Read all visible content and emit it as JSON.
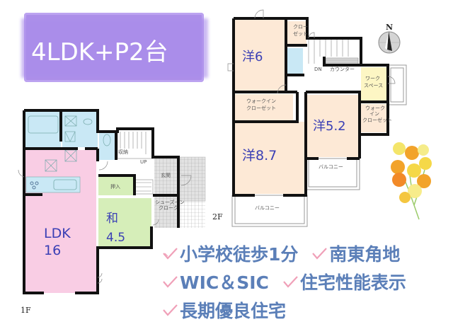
{
  "title": {
    "text": "4LDK+P2台",
    "badge_color": "#a98ae8",
    "text_color": "#ffffff"
  },
  "compass": {
    "label": "N"
  },
  "floors": [
    {
      "id": "1F",
      "label": "1F",
      "rooms": [
        {
          "name": "LDK",
          "label": "LDK\n16",
          "line1": "LDK",
          "line2": "16",
          "color": "#f9cde4"
        },
        {
          "name": "washitsu",
          "label": "和 4.5",
          "line1": "和",
          "line2": "4.5",
          "color": "#d6eeb9"
        },
        {
          "name": "oshiire",
          "label": "押入",
          "color": "#d6eeb9"
        },
        {
          "name": "bath",
          "label": "",
          "color": "#c9e8f5"
        },
        {
          "name": "washroom",
          "label": "",
          "color": "#c9e8f5"
        },
        {
          "name": "toilet",
          "label": "",
          "color": "#c9e8f5"
        },
        {
          "name": "storage",
          "label": "収納"
        },
        {
          "name": "entrance",
          "label": "玄関"
        },
        {
          "name": "shoes-in-closet",
          "label": "シューズイン クローク"
        },
        {
          "name": "stairs",
          "label": "UP"
        }
      ]
    },
    {
      "id": "2F",
      "label": "2F",
      "rooms": [
        {
          "name": "western-6",
          "label": "洋6",
          "color": "#fde9d6"
        },
        {
          "name": "closet",
          "label": "クローゼット",
          "color": "#fde9d6"
        },
        {
          "name": "toilet-2f",
          "label": "",
          "color": "#c9e8f5"
        },
        {
          "name": "walk-in-closet-1",
          "label": "ウォークイン クローゼット",
          "color": "#fde9d6"
        },
        {
          "name": "western-8-7",
          "label": "洋8.7",
          "color": "#fde9d6"
        },
        {
          "name": "western-5-2",
          "label": "洋5.2",
          "color": "#fde9d6"
        },
        {
          "name": "walk-in-closet-2",
          "label": "ウォーク イン クローゼット",
          "color": "#fde9d6"
        },
        {
          "name": "work-space",
          "label": "ワーク スペース",
          "color": "#fdf6c4"
        },
        {
          "name": "counter",
          "label": "カウンター"
        },
        {
          "name": "balcony-1",
          "label": "バルコニー"
        },
        {
          "name": "balcony-2",
          "label": "バルコニー"
        },
        {
          "name": "stairs-2f",
          "label": "DN"
        }
      ]
    }
  ],
  "labels": {
    "ldk_1": "LDK",
    "ldk_2": "16",
    "wa_1": "和",
    "wa_2": "4.5",
    "oshiire": "押入",
    "storage": "収納",
    "entrance": "玄関",
    "sic_1": "シューズイン",
    "sic_2": "クローク",
    "up": "UP",
    "yo6": "洋6",
    "closet_1": "クロー",
    "closet_2": "ゼット",
    "wic1_1": "ウォークイン",
    "wic1_2": "クローゼット",
    "yo87": "洋8.7",
    "yo52": "洋5.2",
    "wic2_1": "ウォーク",
    "wic2_2": "イン",
    "wic2_3": "クローゼット",
    "work_1": "ワーク",
    "work_2": "スペース",
    "counter": "カウンター",
    "balcony_a": "バルコニー",
    "balcony_b": "バルコニー",
    "dn": "DN",
    "floor_1f": "1F",
    "floor_2f": "2F",
    "compass_n": "N"
  },
  "features": [
    {
      "text": "小学校徒歩1分"
    },
    {
      "text": "南東角地"
    },
    {
      "text": "WIC＆SIC"
    },
    {
      "text": "住宅性能表示"
    },
    {
      "text": "長期優良住宅"
    }
  ],
  "colors": {
    "feature_text": "#5b7fb8",
    "check_mark": "#f0a0b8",
    "ldk": "#f9cde4",
    "washitsu": "#d6eeb9",
    "water": "#c9e8f5",
    "western": "#fde9d6",
    "work_space": "#fdf6c4",
    "room_label": "#3a3fb5"
  },
  "decoration": {
    "name": "mimosa-flower-illustration"
  }
}
